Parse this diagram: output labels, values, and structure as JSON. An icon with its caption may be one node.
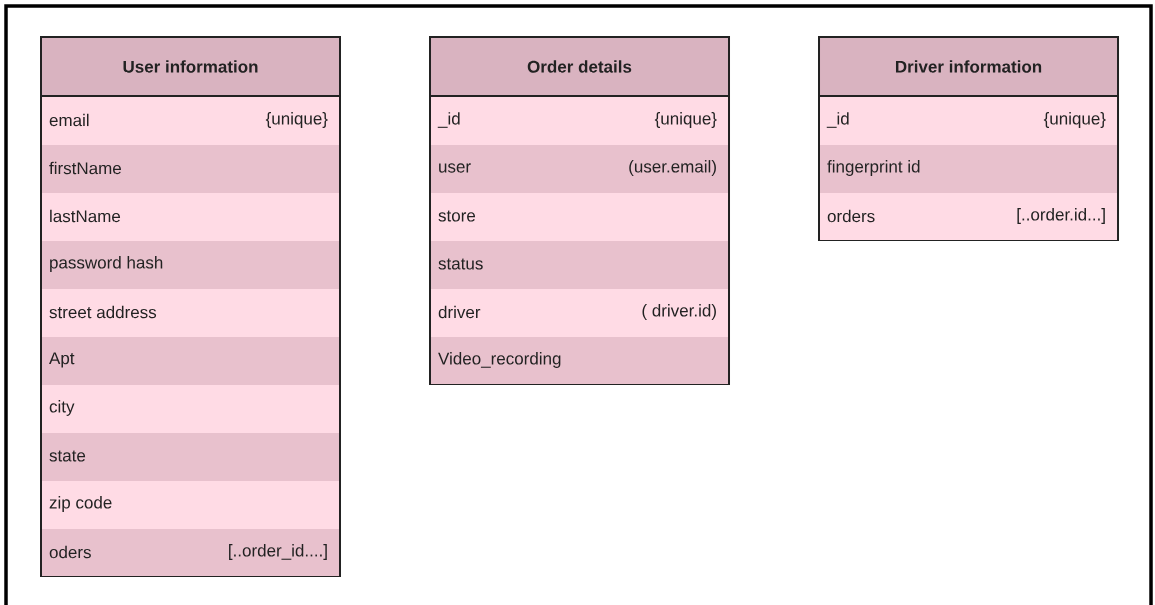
{
  "diagram": {
    "nodes": [
      {
        "text": [
          "User information"
        ]
      },
      {
        "text": [
          "email",
          "{unique}"
        ],
        "in": 0
      },
      {
        "text": [
          "firstName"
        ],
        "in": 0
      },
      {
        "text": [
          "lastName"
        ],
        "in": 0
      },
      {
        "text": [
          "password hash"
        ],
        "in": 0
      },
      {
        "text": [
          "street address"
        ],
        "in": 0
      },
      {
        "text": [
          "Apt"
        ],
        "in": 0
      },
      {
        "text": [
          "city"
        ],
        "in": 0
      },
      {
        "text": [
          "state"
        ],
        "in": 0
      },
      {
        "text": [
          "zip code"
        ],
        "in": 0
      },
      {
        "text": [
          "oders",
          "[..order_id....]"
        ],
        "in": 0
      },
      {
        "text": [
          "Order details"
        ]
      },
      {
        "text": [
          "_id",
          "{unique}"
        ],
        "in": 11
      },
      {
        "text": [
          "user",
          "(user.email)"
        ],
        "in": 11
      },
      {
        "text": [
          "store"
        ],
        "in": 11
      },
      {
        "text": [
          "status"
        ],
        "in": 11
      },
      {
        "text": [
          "driver",
          "( driver.id)"
        ],
        "in": 11
      },
      {
        "text": [
          "Video_recording"
        ],
        "in": 11
      },
      {
        "text": [
          "Driver information"
        ]
      },
      {
        "text": [
          "_id",
          "{unique}"
        ],
        "in": 18
      },
      {
        "text": [
          "fingerprint id"
        ],
        "in": 18
      },
      {
        "text": [
          "orders",
          "[..order.id...]"
        ],
        "in": 18
      }
    ]
  }
}
